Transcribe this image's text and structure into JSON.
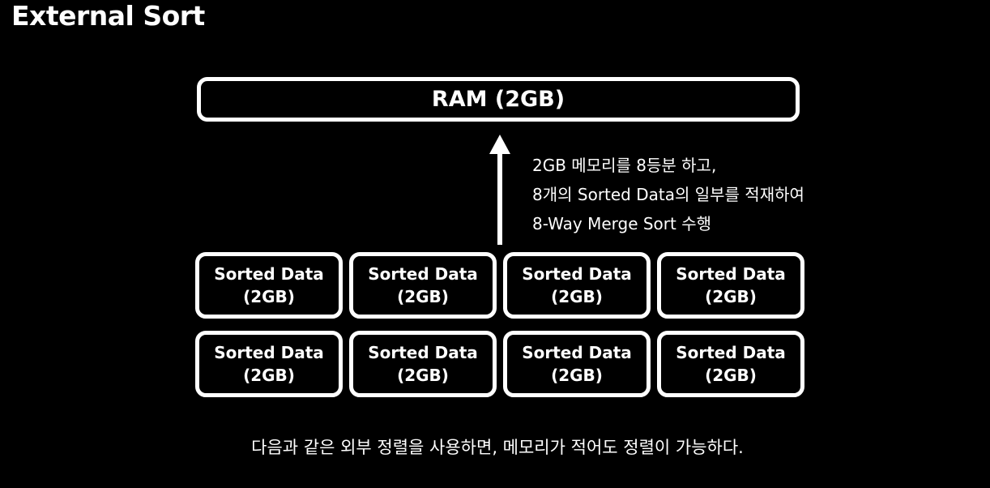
{
  "title": "External Sort",
  "ram": {
    "label": "RAM (2GB)"
  },
  "note": {
    "lines": [
      "2GB 메모리를 8등분 하고,",
      "8개의 Sorted Data의 일부를 적재하여",
      "8-Way Merge Sort 수행"
    ]
  },
  "blocks": [
    {
      "line1": "Sorted Data",
      "line2": "(2GB)"
    },
    {
      "line1": "Sorted Data",
      "line2": "(2GB)"
    },
    {
      "line1": "Sorted Data",
      "line2": "(2GB)"
    },
    {
      "line1": "Sorted Data",
      "line2": "(2GB)"
    },
    {
      "line1": "Sorted Data",
      "line2": "(2GB)"
    },
    {
      "line1": "Sorted Data",
      "line2": "(2GB)"
    },
    {
      "line1": "Sorted Data",
      "line2": "(2GB)"
    },
    {
      "line1": "Sorted Data",
      "line2": "(2GB)"
    }
  ],
  "caption": "다음과 같은 외부 정렬을 사용하면, 메모리가 적어도 정렬이 가능하다.",
  "colors": {
    "background": "#000000",
    "foreground": "#ffffff"
  },
  "icons": {
    "arrow": "arrow-up-icon"
  }
}
